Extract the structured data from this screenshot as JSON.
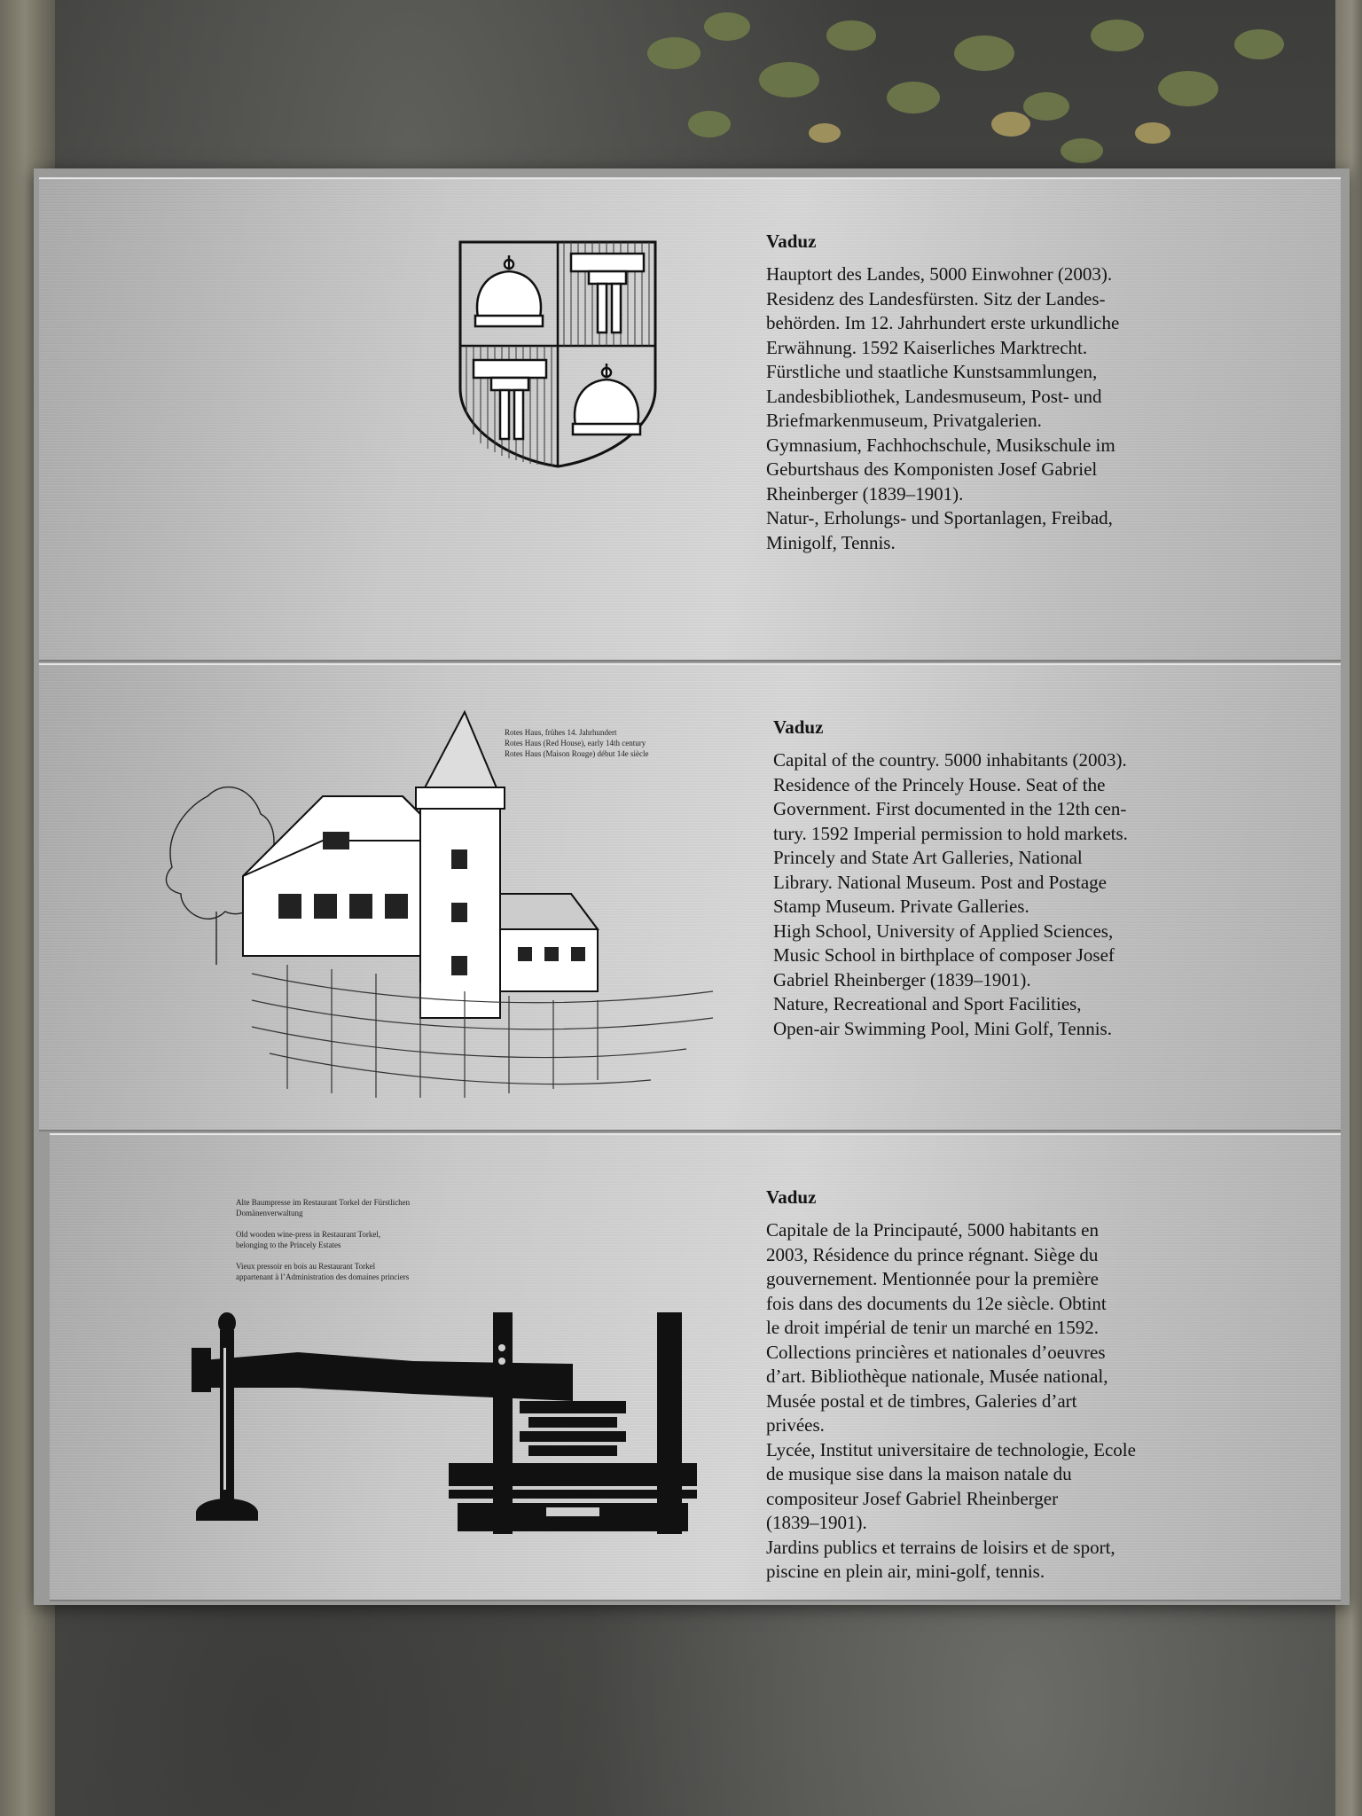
{
  "sign": {
    "german": {
      "title": "Vaduz",
      "body": "Hauptort des Landes, 5000 Einwohner (2003).\nResidenz des Landesfürsten. Sitz der Landes-\nbehörden. Im 12. Jahrhundert erste urkundliche\nErwähnung. 1592 Kaiserliches Marktrecht.\nFürstliche und staatliche Kunstsammlungen,\nLandesbibliothek, Landesmuseum, Post- und\nBriefmarkenmuseum, Privatgalerien.\nGymnasium, Fachhochschule, Musikschule im\nGeburtshaus des Komponisten Josef Gabriel\nRheinberger (1839–1901).\nNatur-, Erholungs- und Sportanlagen, Freibad,\nMinigolf, Tennis.",
      "illustration_icon": "coat-of-arms-icon"
    },
    "english": {
      "title": "Vaduz",
      "body": "Capital of the country. 5000 inhabitants (2003).\nResidence of the Princely House. Seat of the\nGovernment. First documented in the 12th cen-\ntury. 1592 Imperial permission to hold markets.\nPrincely and State Art Galleries, National\nLibrary. National Museum. Post and Postage\nStamp Museum. Private Galleries.\nHigh School, University of Applied Sciences,\nMusic School in birthplace of composer Josef\nGabriel Rheinberger (1839–1901).\nNature, Recreational and Sport Facilities,\nOpen-air Swimming Pool, Mini Golf, Tennis.",
      "caption": "Rotes Haus, frühes 14. Jahrhundert\nRotes Haus (Red House), early 14th century\nRotes Haus (Maison Rouge) début 14e siècle",
      "illustration_icon": "red-house-drawing-icon"
    },
    "french": {
      "title": "Vaduz",
      "body": "Capitale de la Principauté, 5000 habitants en\n2003, Résidence du prince régnant. Siège du\ngouvernement. Mentionnée pour la première\nfois dans des documents du 12e siècle. Obtint\nle droit impérial de tenir un marché en 1592.\nCollections princières et nationales d’oeuvres\nd’art. Bibliothèque nationale, Musée national,\nMusée postal et de timbres, Galeries d’art\nprivées.\nLycée, Institut universitaire de technologie, Ecole\nde musique sise dans la maison natale du\ncompositeur Josef Gabriel Rheinberger\n(1839–1901).\nJardins publics et terrains de loisirs et de sport,\npiscine en plein air, mini-golf, tennis.",
      "caption": "Alte Baumpresse im Restaurant Torkel der Fürstlichen\nDomänenverwaltung\n\nOld wooden wine-press in Restaurant Torkel,\nbelonging to the Princely Estates\n\nVieux pressoir en bois au Restaurant Torkel\nappartenant à l’Administration des domaines princiers",
      "illustration_icon": "wine-press-icon"
    }
  },
  "colors": {
    "ink": "#141414",
    "aluminium": "#c9c9c9",
    "rock": "#4a4a48",
    "wood_post": "#8a8676"
  }
}
